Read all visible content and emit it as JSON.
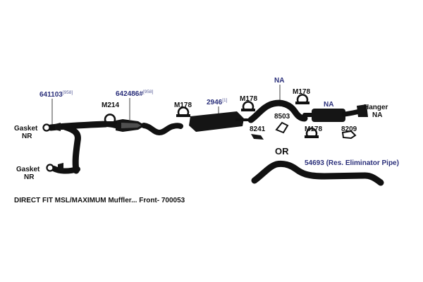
{
  "colors": {
    "part": "#151515",
    "label": "#111111",
    "part_number": "#2a2f7a"
  },
  "parts": {
    "gasket_top": {
      "name": "Gasket",
      "code": "NR"
    },
    "gasket_bottom": {
      "name": "Gasket",
      "code": "NR"
    },
    "front_pipe": {
      "number": "641103",
      "sup": "[958]"
    },
    "converter": {
      "number": "642486#",
      "sup": "[958]"
    },
    "clamp_1": {
      "label": "M214"
    },
    "clamp_2": {
      "label": "M178"
    },
    "muffler": {
      "number": "2946",
      "sup": "[1]"
    },
    "clamp_3": {
      "label": "M178"
    },
    "tailpipe_label": {
      "label": "NA"
    },
    "clamp_4": {
      "label": "M178"
    },
    "resonator": {
      "label": "NA"
    },
    "hanger": {
      "name": "Hanger",
      "code": "NA"
    },
    "part_8503": {
      "label": "8503"
    },
    "part_8241": {
      "label": "8241"
    },
    "clamp_5": {
      "label": "M178"
    },
    "part_8209": {
      "label": "8209"
    },
    "eliminator_pipe": {
      "label": "54693 (Res. Eliminator Pipe)"
    }
  },
  "or_label": "OR",
  "caption": "DIRECT FIT MSL/MAXIMUM Muffler... Front- 700053"
}
